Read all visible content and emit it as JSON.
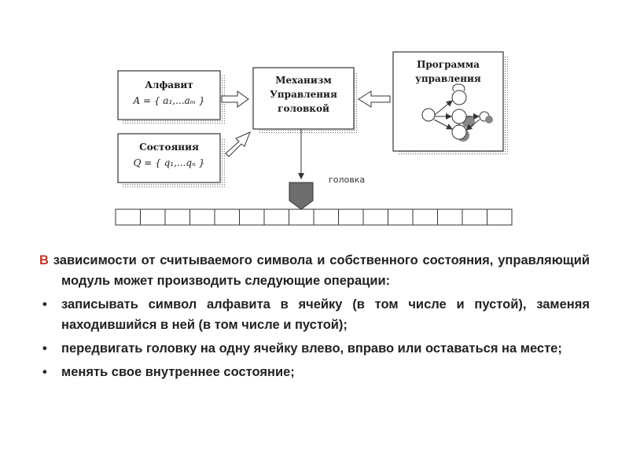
{
  "diagram": {
    "alphabet": {
      "title": "Алфавит",
      "formula": "A = { a₁,...aₘ }"
    },
    "states": {
      "title": "Состояния",
      "formula": "Q = { q₁,...qₙ }"
    },
    "mechanism": {
      "line1": "Механизм",
      "line2": "Управления",
      "line3": "головкой"
    },
    "program": {
      "line1": "Программа",
      "line2": "управления"
    },
    "head_label": "головка",
    "tape_cells": 16
  },
  "text": {
    "intro_lead": "В",
    "intro_rest": "зависимости от считываемого символа и собственного состояния, управляющий модуль может производить следующие операции:",
    "bullet_char": "•",
    "bullets": [
      "записывать символ алфавита в ячейку (в том числе и пустой), заменяя находившийся в ней (в том числе и пустой);",
      "передвигать головку на одну ячейку влево, вправо или оставаться на месте;",
      "менять свое внутреннее состояние;"
    ]
  },
  "colors": {
    "shadow": "#7a7a7a",
    "head_fill": "#6e6e6e",
    "intro_lead": "#c0392b"
  }
}
